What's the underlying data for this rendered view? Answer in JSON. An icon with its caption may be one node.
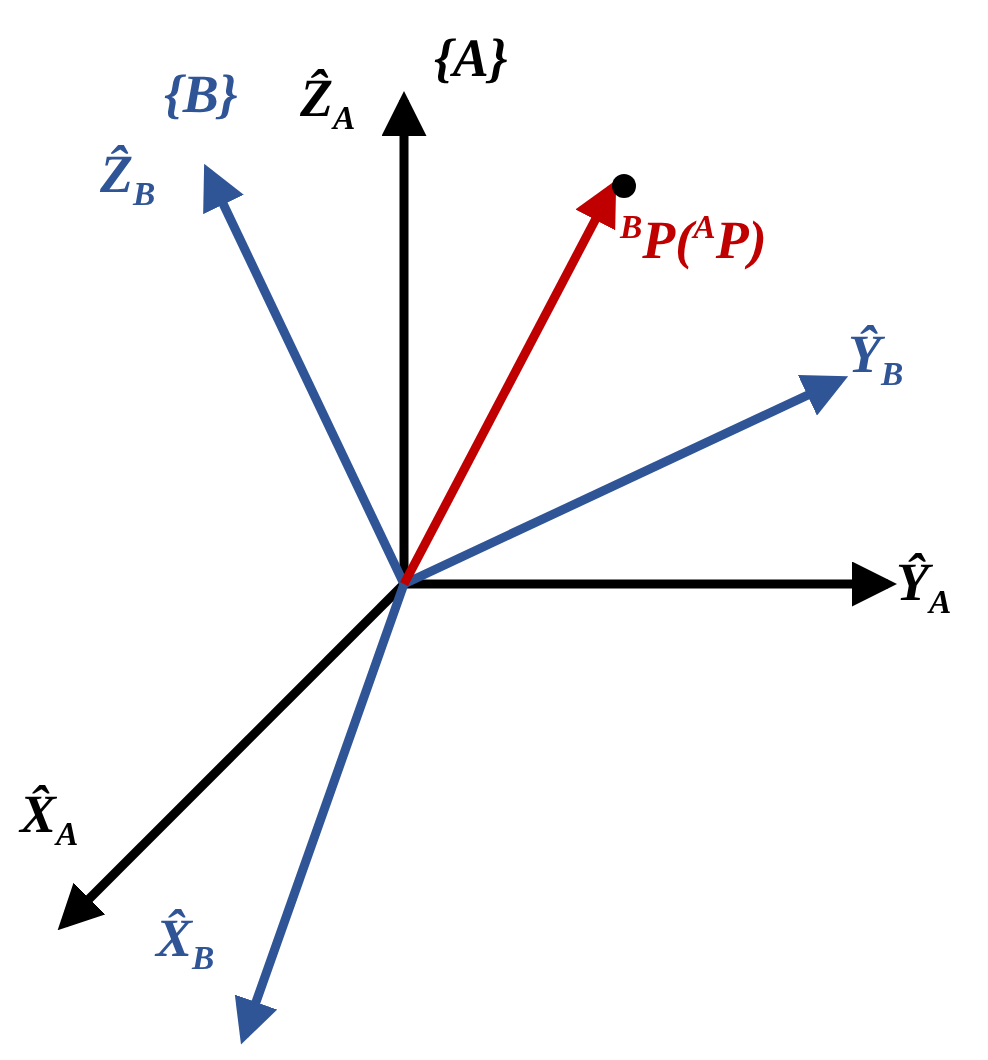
{
  "diagram": {
    "labels": [
      "{A}",
      "Ẑ$_{A}$",
      "{B}",
      "Ẑ$_{B}$",
      "$^{B}$P($^{A}$P)",
      "Ŷ$_{B}$",
      "Ŷ$_{A}$",
      "X̂$_{A}$",
      "X̂$_{B}$"
    ]
  }
}
